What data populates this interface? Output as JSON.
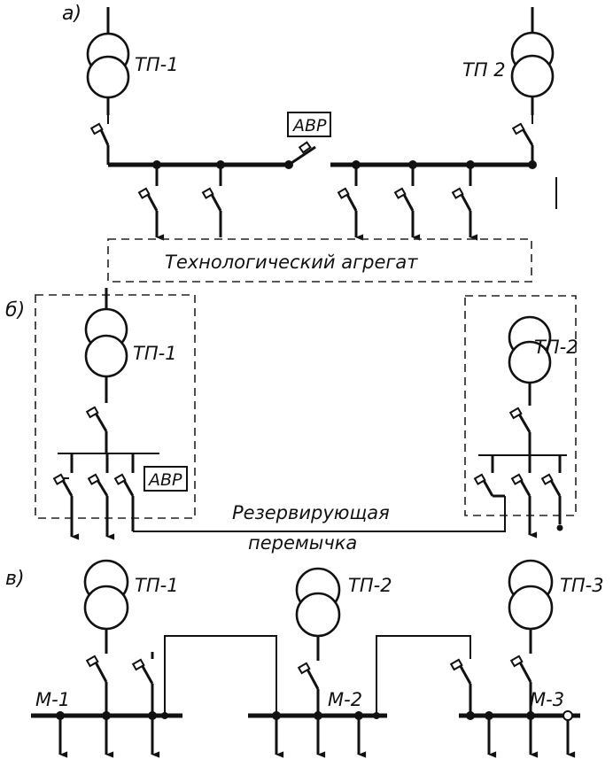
{
  "sections": {
    "a": {
      "letter": "а)",
      "tp1": "ТП-1",
      "tp2": "ТП 2",
      "avr": "АВР",
      "aggregate": "Технологический агрегат"
    },
    "b": {
      "letter": "б)",
      "tp1": "ТП-1",
      "tp2": "ТП-2",
      "avr": "АВР",
      "jumper_line1": "Резервирующая",
      "jumper_line2": "перемычка"
    },
    "c": {
      "letter": "в)",
      "tp1": "ТП-1",
      "tp2": "ТП-2",
      "tp3": "ТП-3",
      "m1": "М-1",
      "m2": "М-2",
      "m3": "М-3"
    }
  }
}
